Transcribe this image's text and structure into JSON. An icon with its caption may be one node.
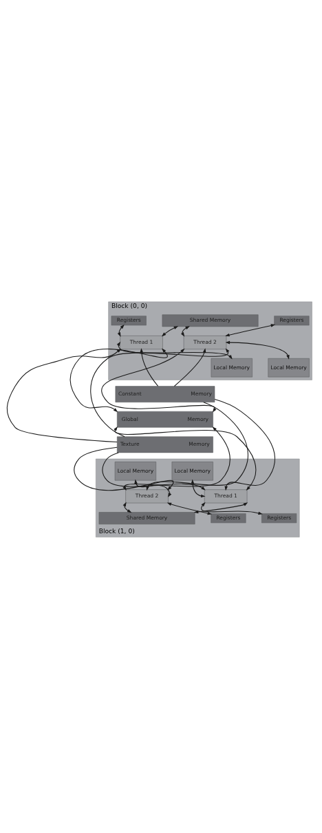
{
  "diagram": {
    "nodes": [
      {
        "text": [
          "Block (0, 0)"
        ]
      },
      {
        "text": [
          "Shared Memory"
        ],
        "in": 0
      },
      {
        "text": [
          "Registers"
        ],
        "in": 0
      },
      {
        "text": [
          "Registers"
        ],
        "in": 0
      },
      {
        "text": [
          "Thread 1"
        ],
        "in": 0
      },
      {
        "text": [
          "Thread 2"
        ],
        "in": 0
      },
      {
        "text": [
          "Local Memory"
        ],
        "in": 0
      },
      {
        "text": [
          "Local Memory"
        ],
        "in": 0
      },
      {
        "text": [
          "Constant",
          "Memory"
        ]
      },
      {
        "text": [
          "Global",
          "Memory"
        ]
      },
      {
        "text": [
          "Texture",
          "Memory"
        ]
      },
      {
        "text": [
          "Block (1, 0)"
        ]
      },
      {
        "text": [
          "Local Memory"
        ],
        "in": 11
      },
      {
        "text": [
          "Local Memory"
        ],
        "in": 11
      },
      {
        "text": [
          "Thread 1"
        ],
        "in": 11
      },
      {
        "text": [
          "Thread 2"
        ],
        "in": 11
      },
      {
        "text": [
          "Registers"
        ],
        "in": 11
      },
      {
        "text": [
          "Registers"
        ],
        "in": 11
      },
      {
        "text": [
          "Shared Memory"
        ],
        "in": 11
      }
    ],
    "edges": [
      {
        "from": 2,
        "to": 4,
        "arrow": "both"
      },
      {
        "from": 1,
        "to": 4,
        "arrow": "both"
      },
      {
        "from": 1,
        "to": 5,
        "arrow": "both"
      },
      {
        "from": 3,
        "to": 5,
        "arrow": "both"
      },
      {
        "from": 4,
        "to": 6,
        "arrow": "both"
      },
      {
        "from": 10,
        "to": 4,
        "arrow": "to"
      },
      {
        "from": 8,
        "to": 4,
        "arrow": "to"
      },
      {
        "from": 9,
        "to": 4,
        "arrow": "both"
      },
      {
        "from": 9,
        "to": 5,
        "arrow": "both"
      },
      {
        "from": 8,
        "to": 5,
        "arrow": "to"
      },
      {
        "from": 10,
        "to": 5,
        "arrow": "to"
      },
      {
        "from": 5,
        "to": 7,
        "arrow": "both"
      },
      {
        "from": 12,
        "to": 14,
        "arrow": "both"
      },
      {
        "from": 10,
        "to": 14,
        "arrow": "to"
      },
      {
        "from": 8,
        "to": 14,
        "arrow": "to"
      },
      {
        "from": 9,
        "to": 14,
        "arrow": "both"
      },
      {
        "from": 9,
        "to": 15,
        "arrow": "both"
      },
      {
        "from": 8,
        "to": 15,
        "arrow": "to"
      },
      {
        "from": 10,
        "to": 15,
        "arrow": "to"
      },
      {
        "from": 13,
        "to": 15,
        "arrow": "both"
      },
      {
        "from": 14,
        "to": 16,
        "arrow": "both"
      },
      {
        "from": 14,
        "to": 18,
        "arrow": "both"
      },
      {
        "from": 15,
        "to": 18,
        "arrow": "both"
      },
      {
        "from": 15,
        "to": 17,
        "arrow": "both"
      }
    ]
  }
}
